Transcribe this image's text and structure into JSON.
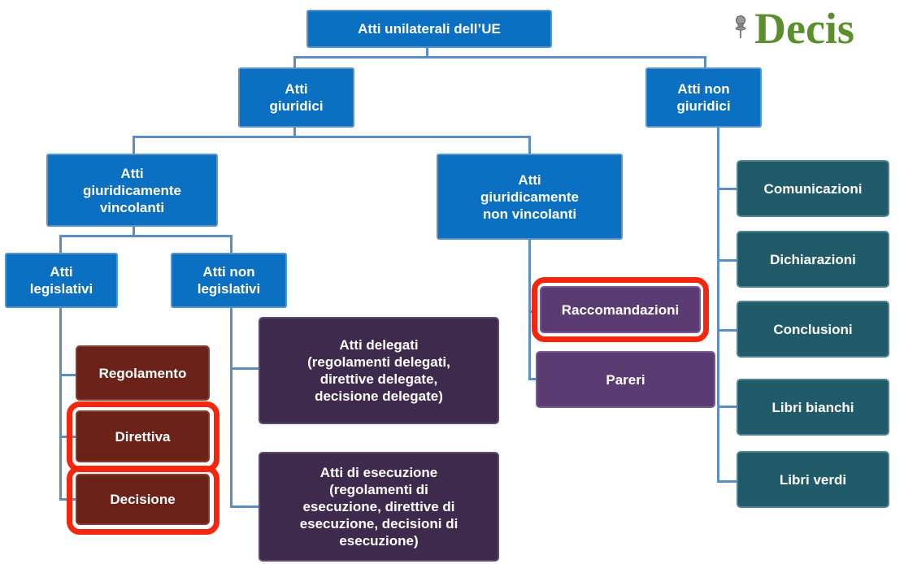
{
  "title": "Decis",
  "icons": {
    "bullet": "pushpin-icon"
  },
  "colors": {
    "title": "#5c8f2b",
    "blue_box": "#0b6fc2",
    "teal_box": "#215b69",
    "maroon_box": "#6a2219",
    "dark_purple_box": "#3d2a4c",
    "light_purple_box": "#5b3c72",
    "highlight": "#f4260d",
    "connector": "#5b8dc7"
  },
  "nodes": {
    "root": "Atti unilaterali dell’UE",
    "giuridici": "Atti\ngiuridici",
    "non_giuridici": "Atti non\ngiuridici",
    "vincolanti": "Atti\ngiuridicamente\nvincolanti",
    "non_vincolanti": "Atti\ngiuridicamente\nnon vincolanti",
    "legislativi": "Atti\nlegislativi",
    "non_legislativi": "Atti non\nlegislativi",
    "regolamento": "Regolamento",
    "direttiva": "Direttiva",
    "decisione": "Decisione",
    "delegati": "Atti delegati\n(regolamenti delegati,\ndirettive delegate,\ndecisione delegate)",
    "esecuzione": "Atti di esecuzione\n(regolamenti di\nesecuzione, direttive di\nesecuzione, decisioni di\nesecuzione)",
    "raccomandazioni": "Raccomandazioni",
    "pareri": "Pareri",
    "comunicazioni": "Comunicazioni",
    "dichiarazioni": "Dichiarazioni",
    "conclusioni": "Conclusioni",
    "libri_bianchi": "Libri bianchi",
    "libri_verdi": "Libri verdi"
  }
}
